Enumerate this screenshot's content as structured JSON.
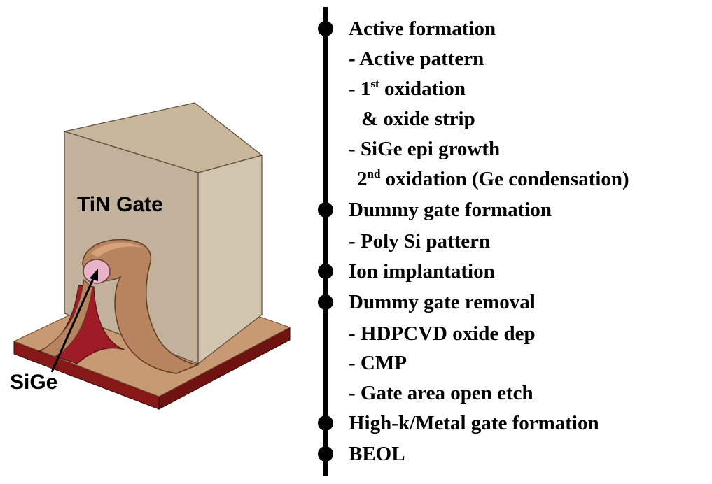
{
  "device": {
    "gate_label": "TiN Gate",
    "channel_label": "SiGe",
    "colors": {
      "gate_front": "#c2b29c",
      "gate_side": "#d2c5b0",
      "gate_top": "#c9b79c",
      "substrate_top": "#c79a74",
      "substrate_edge": "#861818",
      "fin_copper": "#b8835f",
      "sige": "#e7b3c6",
      "oxide_red": "#9e1c26"
    }
  },
  "process_flow": {
    "steps": [
      {
        "main": true,
        "text": "Active formation"
      },
      {
        "main": false,
        "text": "- Active pattern"
      },
      {
        "main": false,
        "text_pre": "- 1",
        "sup": "st",
        "text_post": " oxidation"
      },
      {
        "main": false,
        "text": "& oxide strip"
      },
      {
        "main": false,
        "text": "- SiGe epi growth"
      },
      {
        "main": false,
        "text_pre": "2",
        "sup": "nd",
        "text_post": " oxidation (Ge condensation)"
      },
      {
        "main": true,
        "text": "Dummy gate formation"
      },
      {
        "main": false,
        "text": "- Poly Si pattern"
      },
      {
        "main": true,
        "text": "Ion implantation"
      },
      {
        "main": true,
        "text": "Dummy gate removal"
      },
      {
        "main": false,
        "text": "- HDPCVD oxide dep"
      },
      {
        "main": false,
        "text": "- CMP"
      },
      {
        "main": false,
        "text": "- Gate area open etch"
      },
      {
        "main": true,
        "text": "High-k/Metal gate formation"
      },
      {
        "main": true,
        "text": "BEOL"
      }
    ]
  }
}
